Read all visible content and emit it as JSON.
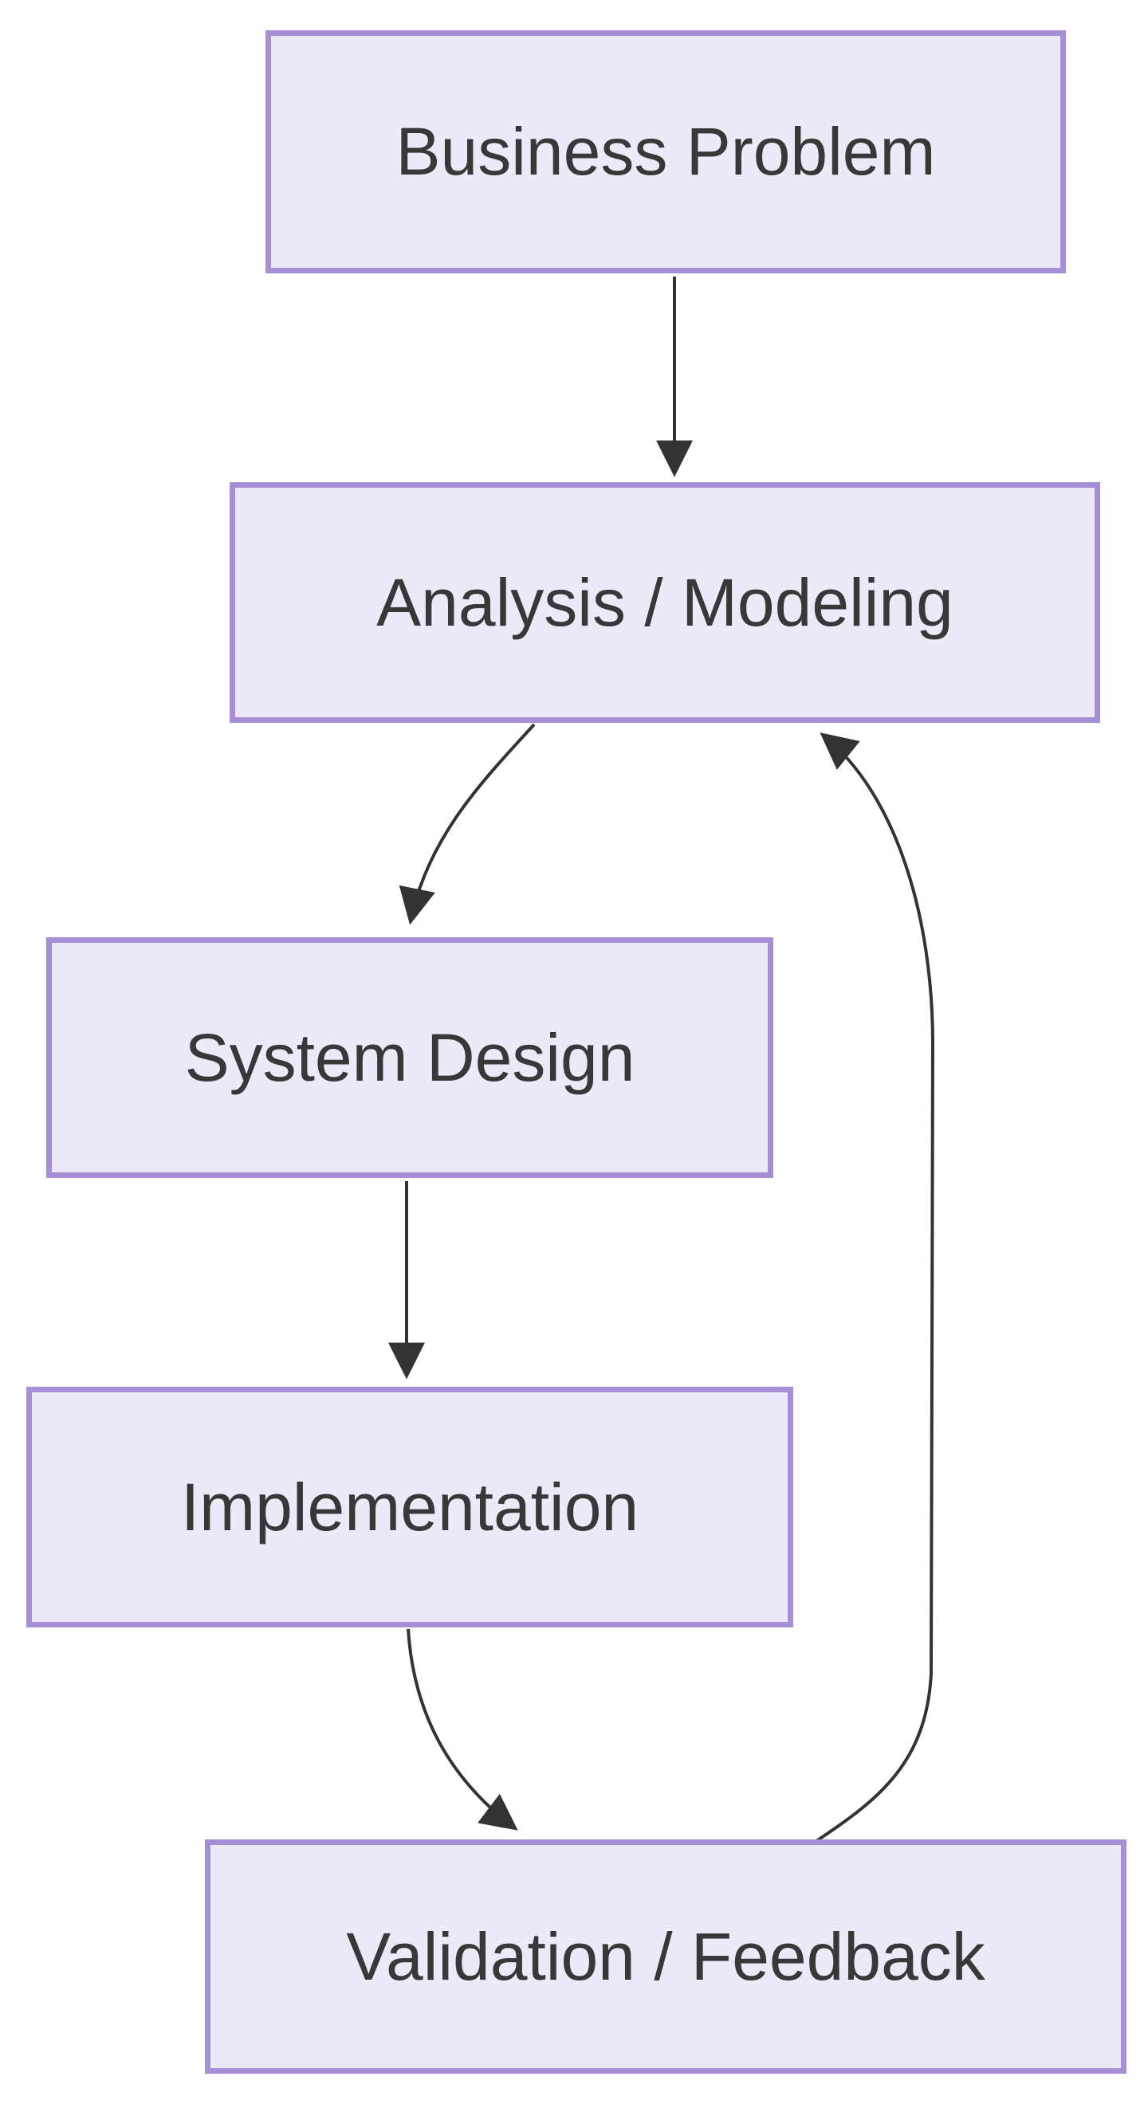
{
  "diagram": {
    "type": "flowchart",
    "direction": "top-down",
    "nodes": [
      {
        "id": "business-problem",
        "label": "Business Problem"
      },
      {
        "id": "analysis-modeling",
        "label": "Analysis / Modeling"
      },
      {
        "id": "system-design",
        "label": "System Design"
      },
      {
        "id": "implementation",
        "label": "Implementation"
      },
      {
        "id": "validation-feedback",
        "label": "Validation / Feedback"
      }
    ],
    "edges": [
      {
        "from": "business-problem",
        "to": "analysis-modeling",
        "style": "straight-arrow"
      },
      {
        "from": "analysis-modeling",
        "to": "system-design",
        "style": "curved-arrow"
      },
      {
        "from": "system-design",
        "to": "implementation",
        "style": "straight-arrow"
      },
      {
        "from": "implementation",
        "to": "validation-feedback",
        "style": "curved-arrow"
      },
      {
        "from": "validation-feedback",
        "to": "analysis-modeling",
        "style": "curved-feedback-arrow"
      }
    ],
    "colors": {
      "background": "#ffffff",
      "node_fill": "#eceaf8",
      "node_border": "#a78fd8",
      "edge_line": "#333333",
      "label_text": "#383838"
    }
  }
}
